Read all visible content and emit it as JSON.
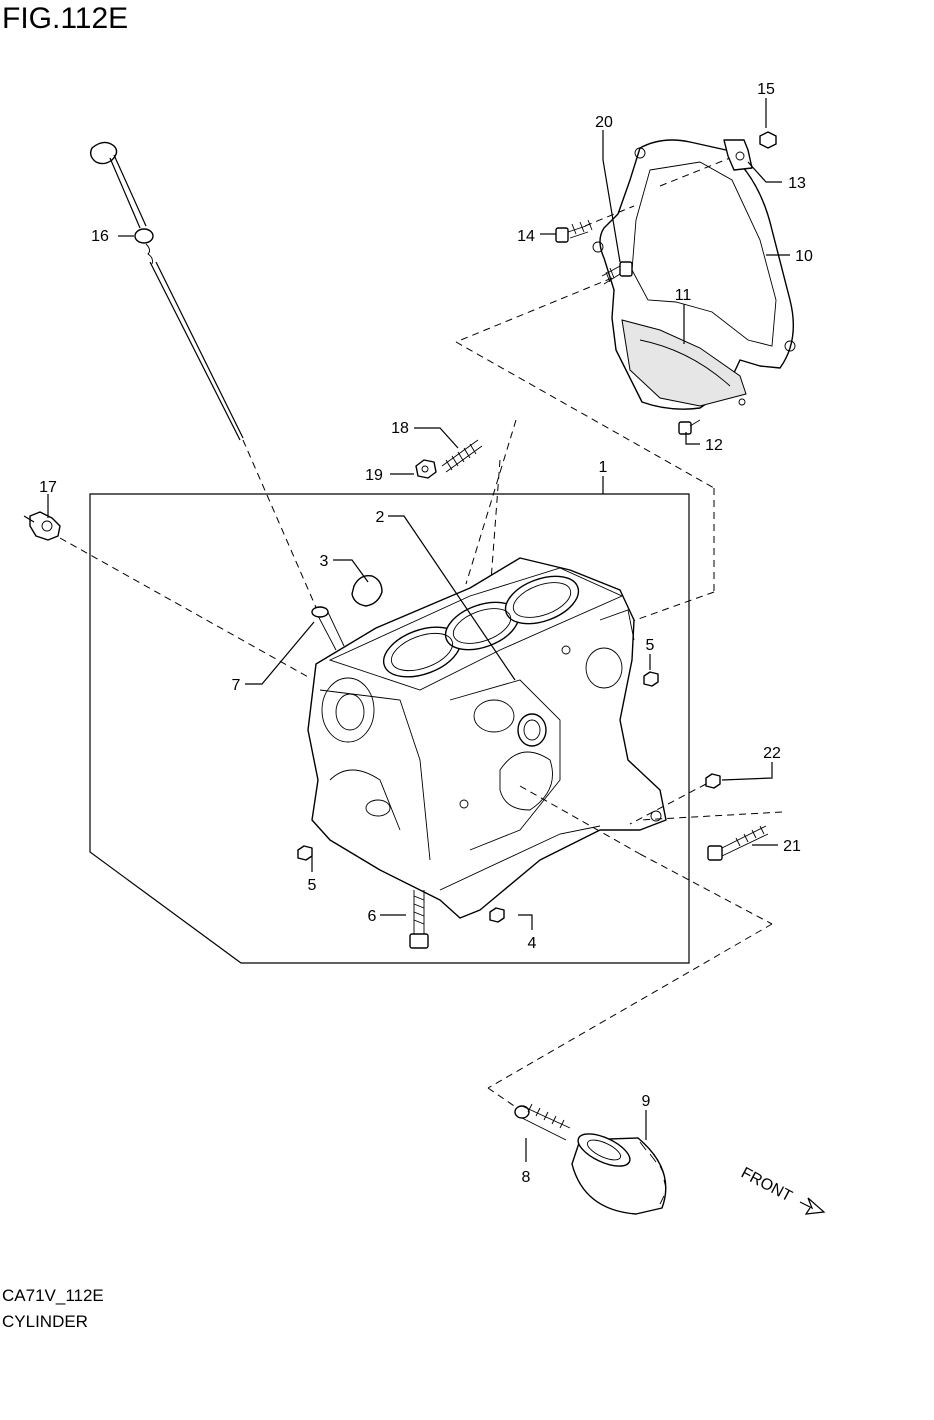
{
  "figure": {
    "title": "FIG.112E",
    "code": "CA71V_112E",
    "name": "CYLINDER",
    "front_label": "FRONT"
  },
  "callouts": [
    "1",
    "2",
    "3",
    "4",
    "5",
    "5",
    "6",
    "7",
    "8",
    "9",
    "10",
    "11",
    "12",
    "13",
    "14",
    "15",
    "16",
    "17",
    "18",
    "19",
    "20",
    "21",
    "22"
  ]
}
